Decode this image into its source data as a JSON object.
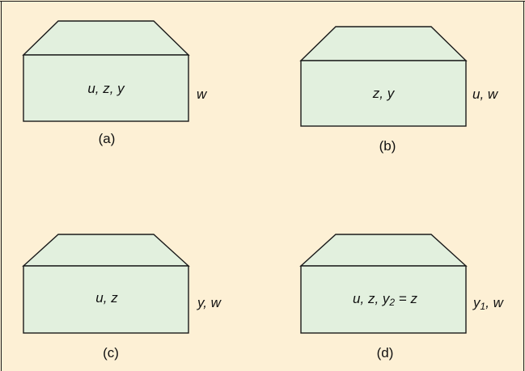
{
  "colors": {
    "background": "#fdf0d5",
    "shape_fill": "#e2f0de",
    "stroke": "#1a1a1a"
  },
  "panels": {
    "a": {
      "caption": "(a)",
      "inside": "u, z, y",
      "outside": "w"
    },
    "b": {
      "caption": "(b)",
      "inside": "z, y",
      "outside": "u, w"
    },
    "c": {
      "caption": "(c)",
      "inside": "u, z",
      "outside": "y, w"
    },
    "d": {
      "caption": "(d)",
      "inside_prefix": "u, z, y",
      "inside_sub": "2",
      "inside_suffix": " = z",
      "outside_prefix": "y",
      "outside_sub": "1",
      "outside_suffix": ", w"
    }
  }
}
